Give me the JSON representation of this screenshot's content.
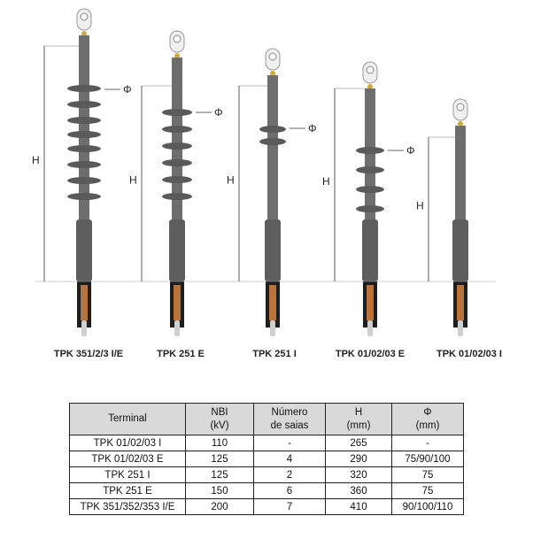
{
  "figure": {
    "dimension_height_label": "H",
    "dimension_diameter_label": "Φ",
    "terminals": [
      {
        "label": "TPK 351/2/3 I/E"
      },
      {
        "label": "TPK 251 E"
      },
      {
        "label": "TPK 251 I"
      },
      {
        "label": "TPK 01/02/03 E"
      },
      {
        "label": "TPK 01/02/03 I"
      }
    ]
  },
  "table": {
    "headers": [
      {
        "l1": "Terminal",
        "l2": ""
      },
      {
        "l1": "NBI",
        "l2": "(kV)"
      },
      {
        "l1": "Número",
        "l2": "de saias"
      },
      {
        "l1": "H",
        "l2": "(mm)"
      },
      {
        "l1": "Φ",
        "l2": "(mm)"
      }
    ],
    "rows": [
      [
        "TPK 01/02/03 I",
        "110",
        "-",
        "265",
        "-"
      ],
      [
        "TPK 01/02/03 E",
        "125",
        "4",
        "290",
        "75/90/100"
      ],
      [
        "TPK 251 I",
        "125",
        "2",
        "320",
        "75"
      ],
      [
        "TPK 251 E",
        "150",
        "6",
        "360",
        "75"
      ],
      [
        "TPK 351/352/353 I/E",
        "200",
        "7",
        "410",
        "90/100/110"
      ]
    ]
  },
  "colors": {
    "body": "#6e6e6e",
    "header_bg": "#d9d9d9"
  }
}
